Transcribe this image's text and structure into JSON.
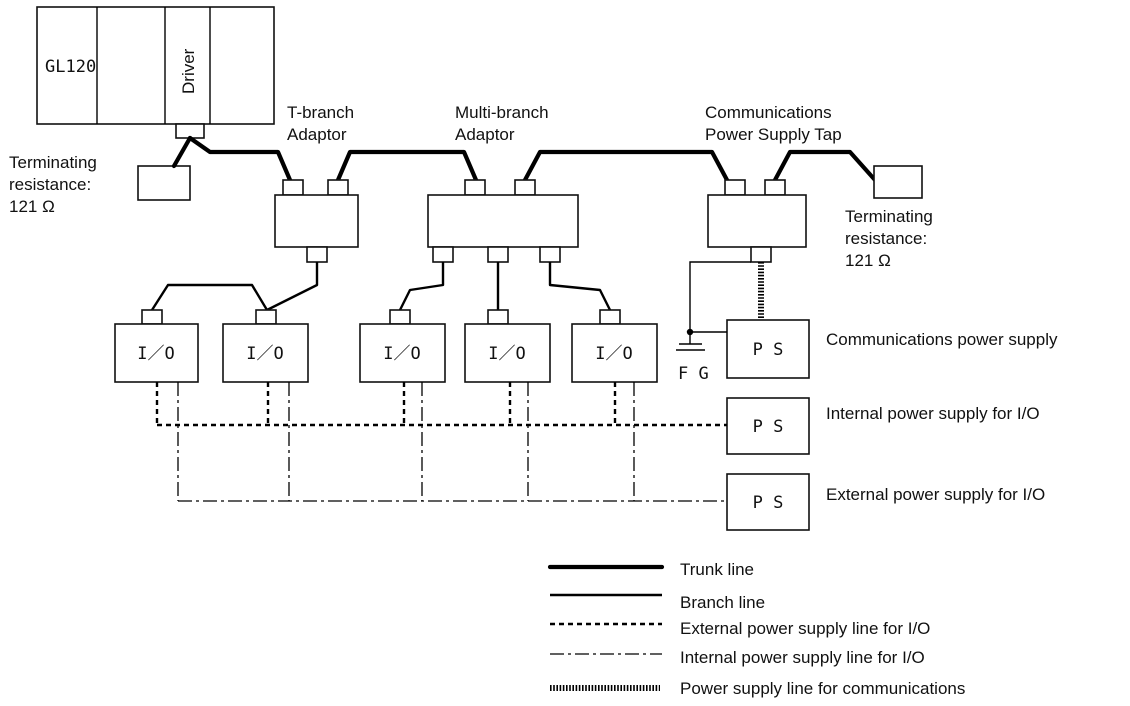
{
  "controller": {
    "model_label": "GL120",
    "driver_label": "Driver"
  },
  "labels": {
    "t_branch": [
      "T-branch",
      "Adaptor"
    ],
    "multi_branch": [
      "Multi-branch",
      "Adaptor"
    ],
    "comm_tap": [
      "Communications",
      "Power Supply Tap"
    ],
    "term_left": [
      "Terminating",
      "resistance:",
      "121 Ω"
    ],
    "term_right": [
      "Terminating",
      "resistance:",
      "121 Ω"
    ],
    "fg": "F G"
  },
  "io_units": [
    "I／O",
    "I／O",
    "I／O",
    "I／O",
    "I／O"
  ],
  "power_supplies": [
    {
      "label": "P S",
      "description": "Communications power supply"
    },
    {
      "label": "P S",
      "description": "Internal power supply for I/O"
    },
    {
      "label": "P S",
      "description": "External power supply for I/O"
    }
  ],
  "legend": [
    {
      "style": "trunk",
      "label": "Trunk line"
    },
    {
      "style": "branch",
      "label": "Branch line"
    },
    {
      "style": "dotted",
      "label": "External power supply line for I/O"
    },
    {
      "style": "dashdot",
      "label": "Internal power supply line for I/O"
    },
    {
      "style": "hatched",
      "label": "Power supply line for communications"
    }
  ]
}
